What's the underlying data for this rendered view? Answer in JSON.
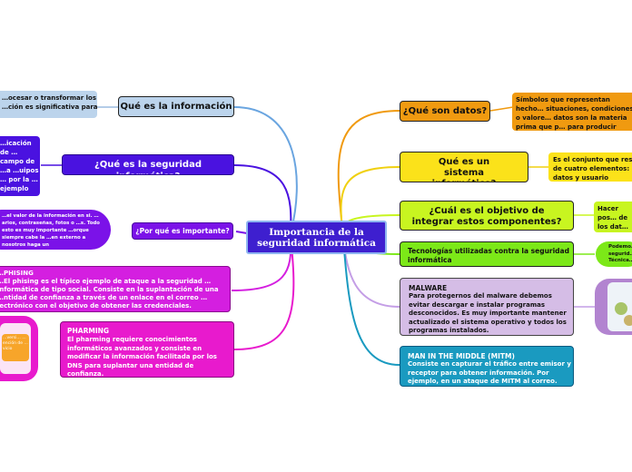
{
  "central": {
    "title": "Importancia de la seguridad informática"
  },
  "left": {
    "info": {
      "title": "Qué es la información",
      "detail": "…ocesar o transformar los …ción es significativa para"
    },
    "security": {
      "title": "¿Qué es la seguridad informática?",
      "detail": "…icación de …campo de …a …uipos … por la …ejemplo"
    },
    "important": {
      "title": "¿Por qué es importante?",
      "detail": "…el valor de la información en si. …arios, contraseñas, fotos o …s. Todo esto es muy importante …orque siempre cabe la …en externo a nosotros haga un"
    },
    "phishing": {
      "title": "…PHISING",
      "body": "…El phising es el típico ejemplo de ataque a la seguridad …informática de tipo social. Consiste en la suplantación de una …ntidad de confianza a través de un enlace en el correo …lectrónico con el objetivo de obtener las credenciales."
    },
    "pharming": {
      "title": "PHARMING",
      "body": "El pharming requiere conocimientos informáticos avanzados y consiste en modificar la información facilitada por los DNS para suplantar una entidad de confianza.",
      "image_caption": "…versi… …ención de …vicio"
    }
  },
  "right": {
    "datos": {
      "title": "¿Qué son datos?",
      "detail": "Símbolos que representan hecho… situaciones, condiciones o valore… datos son la materia prima que p… para producir información"
    },
    "sistema": {
      "title": "Qué es un sistema informático?",
      "detail": "Es el conjunto que res… de cuatro elementos: … datos y usuario"
    },
    "objetivo": {
      "title": "¿Cuál es el objetivo de integrar estos componentes?",
      "detail": "Hacer pos… de los dat… ordenado…"
    },
    "tecnologias": {
      "title": "Tecnologías utilizadas contra la seguridad informática",
      "detail": "Podemo… segurid… Técnica…"
    },
    "malware": {
      "title": "MALWARE",
      "body": "Para protegernos del malware debemos evitar descargar e instalar programas desconocidos. Es muy importante mantener actualizado el sistema operativo y todos los programas instalados."
    },
    "mitm": {
      "title": "MAN IN THE MIDDLE (MITM)",
      "body": "Consiste en capturar el tráfico entre emisor y receptor para obtener información. Por ejemplo, en un ataque de MITM al correo."
    }
  },
  "colors": {
    "central": "#3e1fcf",
    "info": "#bcd4ec",
    "security": "#4a12e0",
    "important": "#7b12e8",
    "phishing": "#d41fe0",
    "pharming": "#e81acd",
    "datos": "#f09a10",
    "sistema": "#fbe21a",
    "objetivo": "#c8f520",
    "tecnologias": "#7ce818",
    "malware": "#d5bde6",
    "mitm": "#1a9ac0"
  }
}
